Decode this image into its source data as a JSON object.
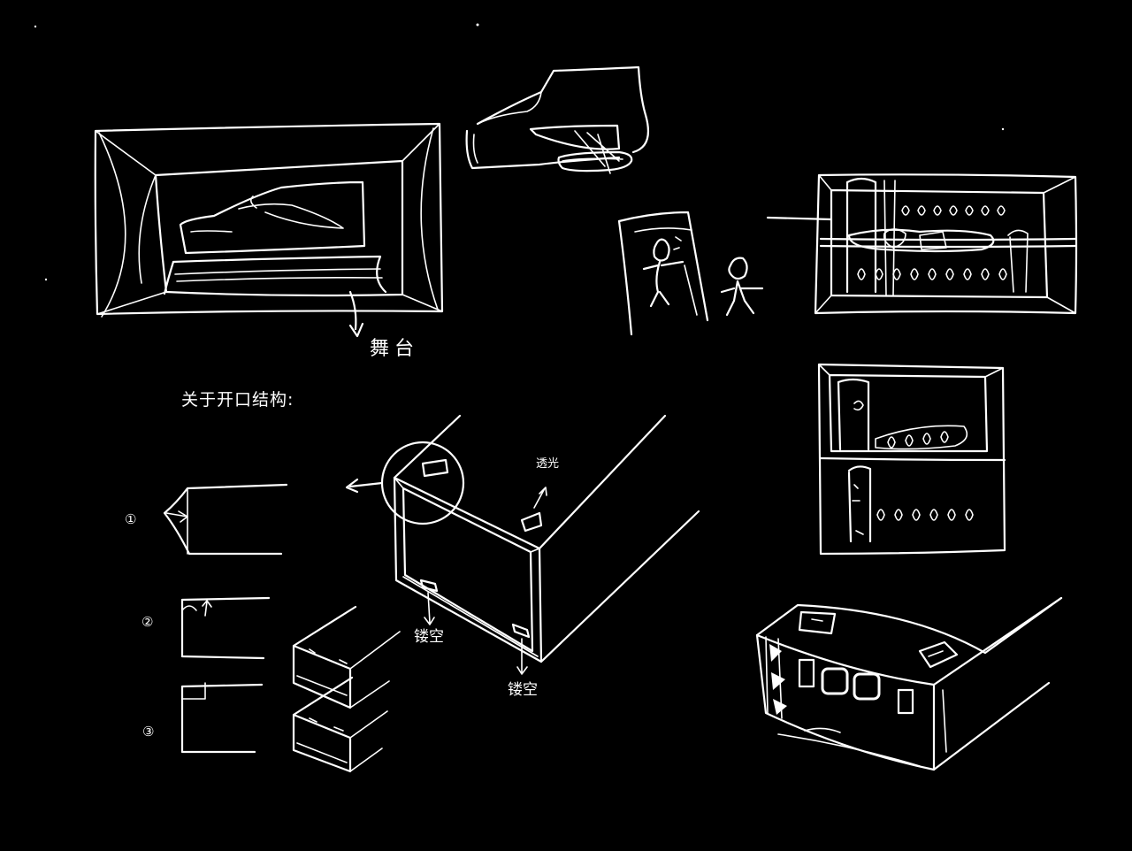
{
  "title": "Diagram",
  "annotations": {
    "section_title": "关于开口结构:",
    "stage_label": "舞台",
    "vent_label": "透光",
    "hollow_label_a": "镂空",
    "hollow_label_b": "镂空",
    "method_1": "①",
    "method_2": "②",
    "method_3": "③"
  },
  "colors": {
    "background": "#000000",
    "ink": "#ffffff"
  }
}
